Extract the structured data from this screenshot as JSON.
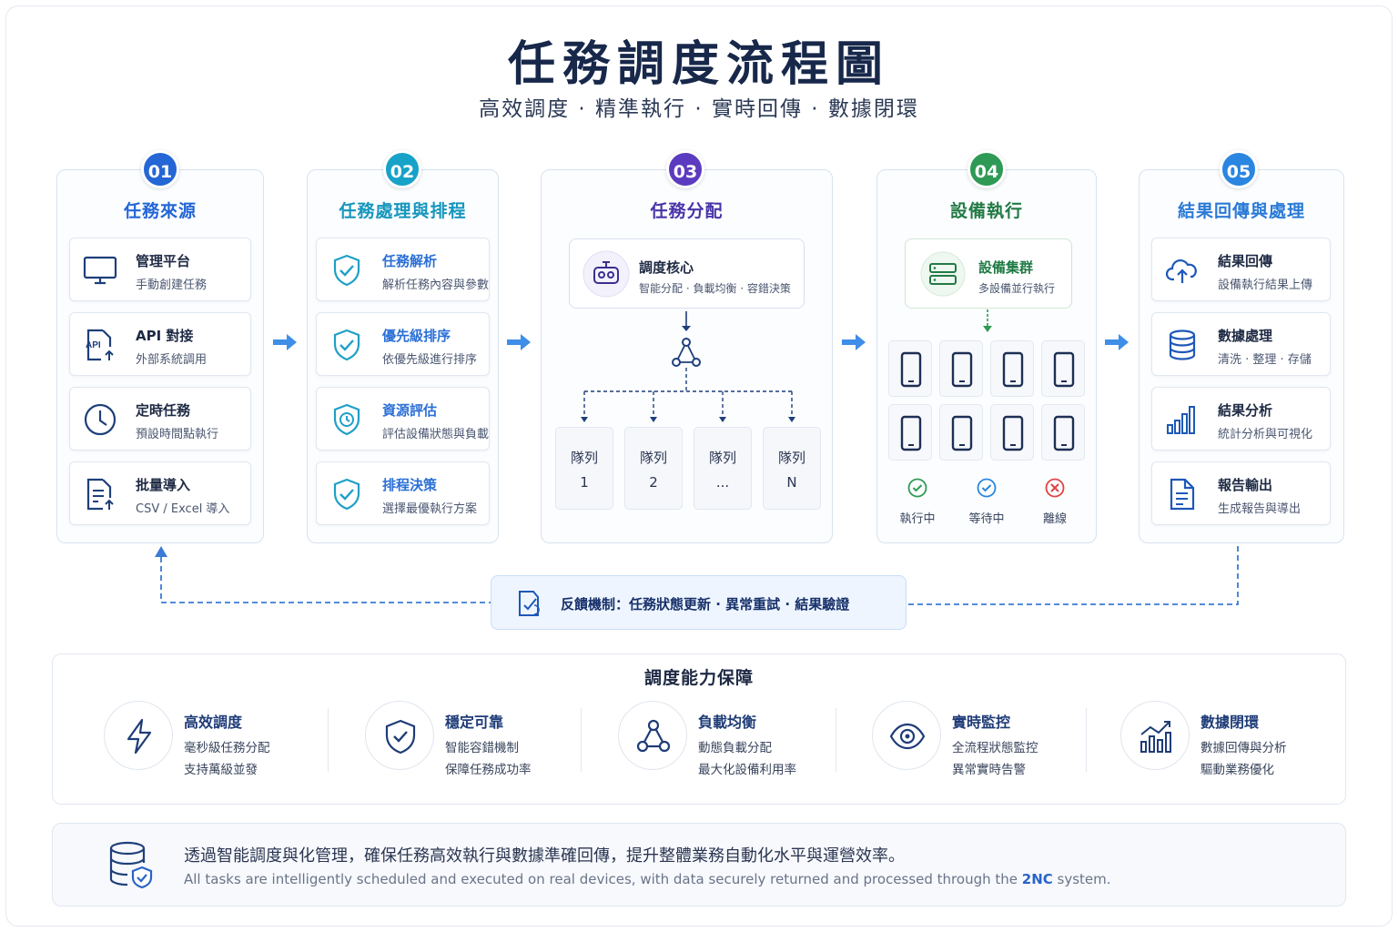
{
  "title": "任務調度流程圖",
  "subtitle": "高效調度 · 精準執行 · 實時回傳 · 數據閉環",
  "colors": {
    "blue": "#2466d6",
    "teal": "#17a2c8",
    "purple": "#5b3bbf",
    "green": "#2e9a55",
    "sky": "#2a86e0",
    "arrow": "#3f8ee8",
    "dashed": "#3a7bd5",
    "red": "#e04444"
  },
  "stages": [
    {
      "num": "01",
      "title": "任務來源",
      "items": [
        {
          "title": "管理平台",
          "desc": "手動創建任務",
          "icon": "monitor-icon"
        },
        {
          "title": "API 對接",
          "desc": "外部系統調用",
          "icon": "api-icon",
          "icon_text": "API"
        },
        {
          "title": "定時任務",
          "desc": "預設時間點執行",
          "icon": "clock-icon"
        },
        {
          "title": "批量導入",
          "desc": "CSV / Excel 導入",
          "icon": "file-import-icon"
        }
      ]
    },
    {
      "num": "02",
      "title": "任務處理與排程",
      "items": [
        {
          "title": "任務解析",
          "desc": "解析任務內容與參數",
          "icon": "shield-check-icon"
        },
        {
          "title": "優先級排序",
          "desc": "依優先級進行排序",
          "icon": "shield-check-icon"
        },
        {
          "title": "資源評估",
          "desc": "評估設備狀態與負載",
          "icon": "shield-clock-icon"
        },
        {
          "title": "排程決策",
          "desc": "選擇最優執行方案",
          "icon": "shield-check-icon"
        }
      ]
    },
    {
      "num": "03",
      "title": "任務分配",
      "core": {
        "title": "調度核心",
        "desc": "智能分配 · 負載均衡 · 容錯決策",
        "icon": "robot-icon"
      },
      "queue_label": "隊列",
      "queues": [
        "1",
        "2",
        "...",
        "N"
      ]
    },
    {
      "num": "04",
      "title": "設備執行",
      "cluster": {
        "title": "設備集群",
        "desc": "多設備並行執行",
        "icon": "server-icon"
      },
      "device_count": 8,
      "statuses": [
        {
          "label": "執行中",
          "icon": "check-circle-icon",
          "color": "#2e9a55"
        },
        {
          "label": "等待中",
          "icon": "check-circle-icon",
          "color": "#2a86e0"
        },
        {
          "label": "離線",
          "icon": "x-circle-icon",
          "color": "#e04444"
        }
      ]
    },
    {
      "num": "05",
      "title": "結果回傳與處理",
      "items": [
        {
          "title": "結果回傳",
          "desc": "設備執行結果上傳",
          "icon": "cloud-upload-icon"
        },
        {
          "title": "數據處理",
          "desc": "清洗 · 整理 · 存儲",
          "icon": "database-icon"
        },
        {
          "title": "結果分析",
          "desc": "統計分析與可視化",
          "icon": "bar-chart-icon"
        },
        {
          "title": "報告輸出",
          "desc": "生成報告與導出",
          "icon": "report-icon"
        }
      ]
    }
  ],
  "feedback": {
    "text": "反饋機制：任務狀態更新 · 異常重試 · 結果驗證",
    "icon": "feedback-icon"
  },
  "guarantee": {
    "title": "調度能力保障",
    "items": [
      {
        "title": "高效調度",
        "line1": "毫秒級任務分配",
        "line2": "支持萬級並發",
        "icon": "lightning-icon"
      },
      {
        "title": "穩定可靠",
        "line1": "智能容錯機制",
        "line2": "保障任務成功率",
        "icon": "shield-icon"
      },
      {
        "title": "負載均衡",
        "line1": "動態負載分配",
        "line2": "最大化設備利用率",
        "icon": "network-icon"
      },
      {
        "title": "實時監控",
        "line1": "全流程狀態監控",
        "line2": "異常實時告警",
        "icon": "eye-icon"
      },
      {
        "title": "數據閉環",
        "line1": "數據回傳與分析",
        "line2": "驅動業務優化",
        "icon": "growth-chart-icon"
      }
    ]
  },
  "footer": {
    "zh": "透過智能調度與化管理，確保任務高效執行與數據準確回傳，提升整體業務自動化水平與運營效率。",
    "en_before": "All tasks are intelligently scheduled and executed on real devices, with data securely returned and processed through the ",
    "en_brand": "2NC",
    "en_after": " system.",
    "icon": "database-shield-icon"
  }
}
